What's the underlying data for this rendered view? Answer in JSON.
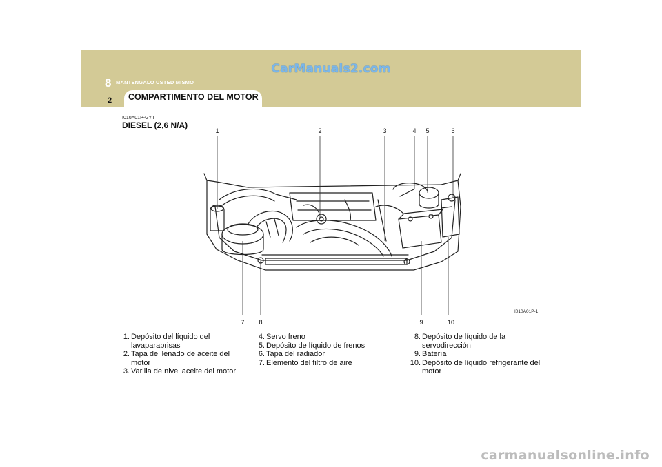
{
  "watermark_top": "CarManuals2.com",
  "header": {
    "chapter_number": "8",
    "chapter_title": "MANTENGALO USTED MISMO",
    "page_number": "2",
    "section_title": "COMPARTIMENTO DEL MOTOR"
  },
  "figure": {
    "code": "I010A01P-GYT",
    "subtitle": "DIESEL (2,6 N/A)",
    "image_code": "I010A01P-1",
    "callouts_top": [
      "1",
      "2",
      "3",
      "4",
      "5",
      "6"
    ],
    "callouts_bottom": [
      "7",
      "8",
      "9",
      "10"
    ]
  },
  "legend": {
    "col1": [
      {
        "num": "1.",
        "text": "Depósito del líquido del lavaparabrisas"
      },
      {
        "num": "2.",
        "text": "Tapa de llenado de aceite del motor"
      },
      {
        "num": "3.",
        "text": "Varilla de nivel aceite del motor"
      }
    ],
    "col2": [
      {
        "num": "4.",
        "text": "Servo freno"
      },
      {
        "num": "5.",
        "text": "Depósito de líquido de frenos"
      },
      {
        "num": "6.",
        "text": "Tapa del radiador"
      },
      {
        "num": "7.",
        "text": "Elemento del filtro de aire"
      }
    ],
    "col3": [
      {
        "num": "8.",
        "text": "Depósito de líquido de la servodirección"
      },
      {
        "num": "9.",
        "text": "Batería"
      },
      {
        "num": "10.",
        "text": "Depósito de líquido refrigerante del motor"
      }
    ]
  },
  "watermark_bottom": "carmanualsonline.info",
  "colors": {
    "header_band": "#d3ca96",
    "watermark_blue": "#7ab6ea"
  }
}
